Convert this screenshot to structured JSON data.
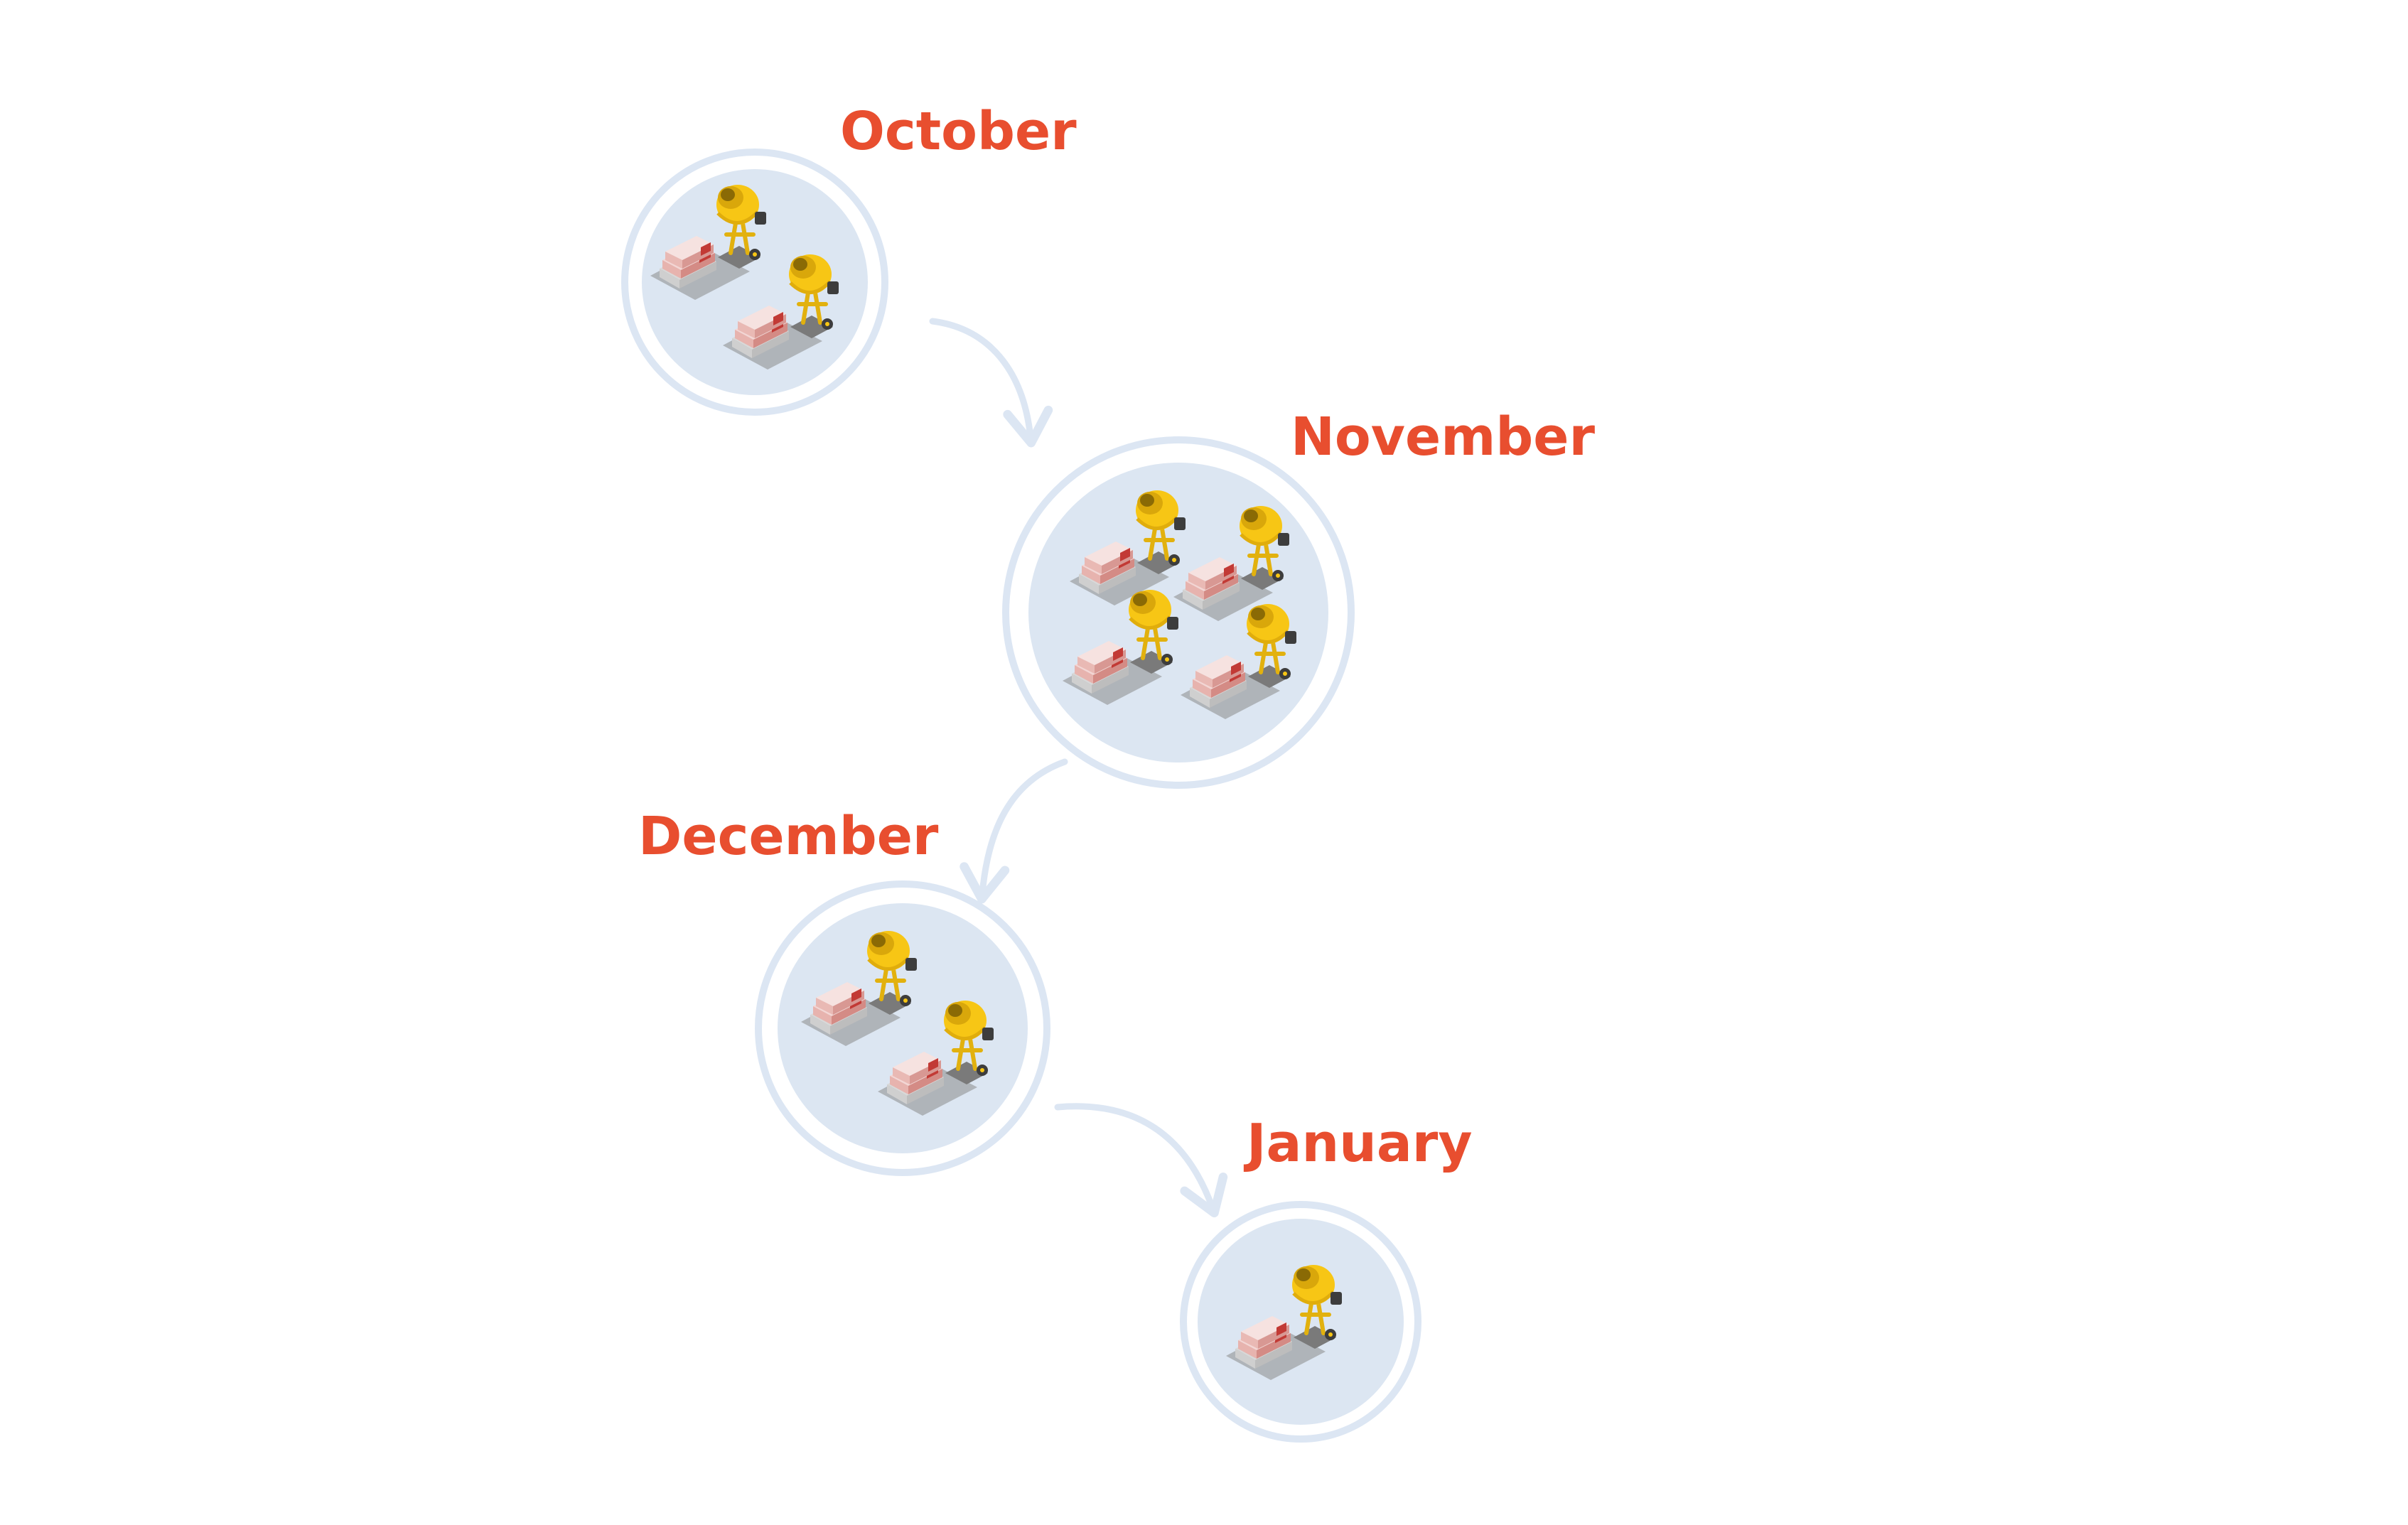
{
  "colors": {
    "label": "#e84e2f",
    "ring": "#dce6f3",
    "disc": "#dce6f2",
    "arrow": "#dce6f3",
    "mixer_drum": "#f7c615",
    "mixer_drum_dark": "#d9a70b",
    "mixer_motor": "#3d3d3d",
    "stack_light": "#f3d6d4",
    "stack_mid": "#e7b3ae",
    "stack_stripe": "#c23a35",
    "stack_grey": "#d8d8d8",
    "shadow": "#8a8a8a"
  },
  "icon_name": "cement-mixer-with-bags-icon",
  "stages": [
    {
      "label": "October",
      "units": 2
    },
    {
      "label": "November",
      "units": 4
    },
    {
      "label": "December",
      "units": 2
    },
    {
      "label": "January",
      "units": 1
    }
  ]
}
